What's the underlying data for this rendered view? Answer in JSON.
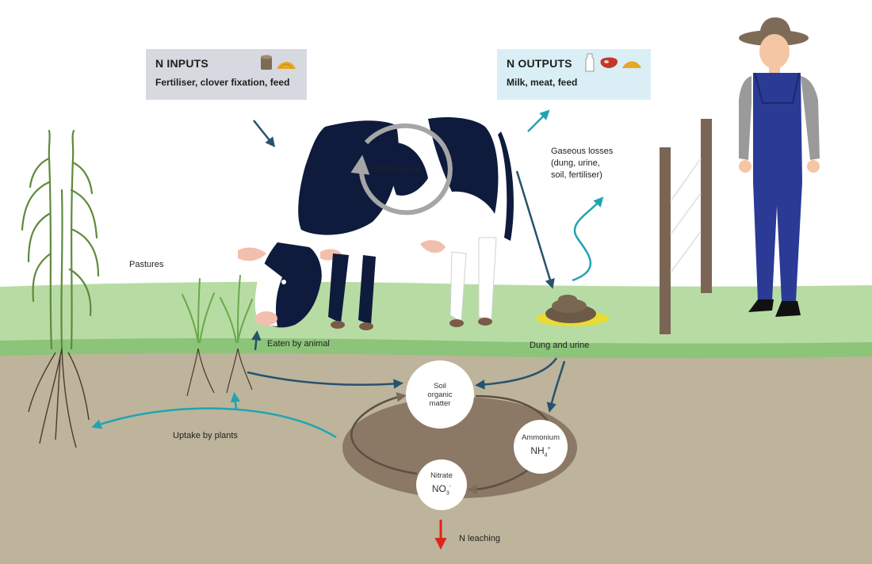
{
  "inputs": {
    "title": "N INPUTS",
    "subtitle": "Fertiliser, clover fixation, feed"
  },
  "outputs": {
    "title": "N OUTPUTS",
    "subtitle": "Milk, meat, feed"
  },
  "labels": {
    "maintenance": "Maintenance",
    "pastures": "Pastures",
    "gaseous1": "Gaseous losses",
    "gaseous2": "(dung, urine,",
    "gaseous3": "soil, fertiliser)",
    "eaten": "Eaten by animal",
    "dung": "Dung and urine",
    "uptake": "Uptake by plants",
    "leaching": "N leaching"
  },
  "nodes": {
    "som": {
      "l1": "Soil",
      "l2": "organic",
      "l3": "matter"
    },
    "ammonium": {
      "name": "Ammonium",
      "base": "NH",
      "sub": "4",
      "sup": "+"
    },
    "nitrate": {
      "name": "Nitrate",
      "base": "NO",
      "sub": "3",
      "sup": "-"
    }
  },
  "colors": {
    "teal": "#21a3b2",
    "navy": "#25536d",
    "leach": "#e0241b",
    "soil": "#bdb49b",
    "soil_pool": "#8b7865",
    "grass": "#b7dca3",
    "grass_edge": "#8cc47a",
    "input_box": "#d7d9e0",
    "output_box": "#d9eff5",
    "overalls": "#2b3a94"
  },
  "icons": [
    "stump-icon",
    "feed-pile-icon",
    "milk-bottle-icon",
    "meat-icon",
    "cow-icon",
    "farmer-icon",
    "fence-icon",
    "dung-icon",
    "crop-plant-icon",
    "grass-seedling-icon"
  ]
}
